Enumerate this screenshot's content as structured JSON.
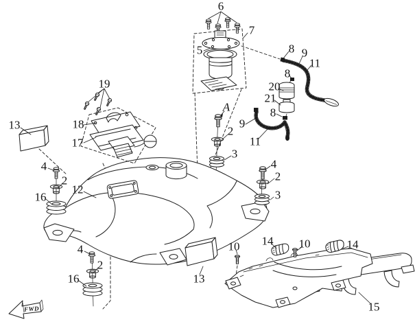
{
  "colors": {
    "line": "#1c1c1c",
    "background": "#ffffff",
    "text": "#141414"
  },
  "callouts": {
    "pump_screws": "6",
    "pump_assembly": "7",
    "fuel_pump": "5",
    "hose_fitting_upper": "8",
    "hose_upper": "9",
    "hose_sleeve_upper": "11",
    "hose_clamp_filter": "8",
    "fuel_filter": "20",
    "filter_cup": "21",
    "hose_clamp_lower": "8",
    "hose_lower": "9",
    "hose_sleeve_lower": "11",
    "sender_screws": "19",
    "sender_bracket": "18",
    "fuel_sender": "17",
    "pad_left": "13",
    "view_a": "A",
    "collar_center": "2",
    "grommet_center": "3",
    "bolt_left": "4",
    "collar_left": "2",
    "cushion_left": "16",
    "fuel_tank": "12",
    "bolt_right": "4",
    "collar_right": "2",
    "grommet_right": "3",
    "bolt_front": "4",
    "collar_front": "2",
    "cushion_front": "16",
    "pad_bottom": "13",
    "screw_plate_left": "10",
    "clip_left": "14",
    "screw_plate_right": "10",
    "clip_right": "14",
    "support_rail": "15"
  },
  "fwd_marker": "FWD"
}
